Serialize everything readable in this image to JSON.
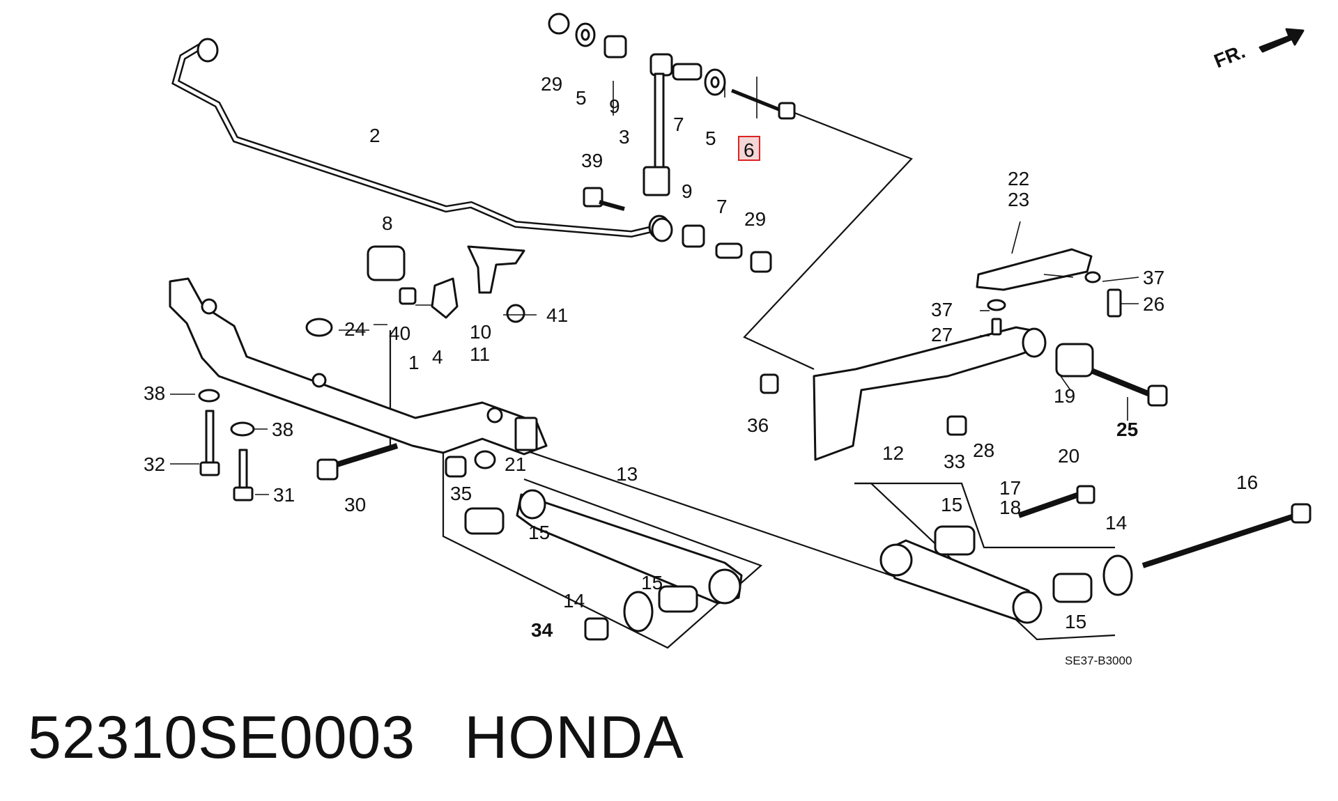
{
  "diagram": {
    "direction_label": "FR.",
    "code": "SE37-B3000",
    "highlighted_callout": "6",
    "callouts": [
      "29",
      "5",
      "9",
      "3",
      "7",
      "5",
      "6",
      "39",
      "9",
      "7",
      "29",
      "2",
      "8",
      "40",
      "4",
      "10",
      "11",
      "41",
      "24",
      "1",
      "38",
      "38",
      "32",
      "31",
      "30",
      "21",
      "35",
      "13",
      "15",
      "15",
      "14",
      "34",
      "36",
      "22",
      "23",
      "37",
      "37",
      "26",
      "27",
      "19",
      "25",
      "33",
      "28",
      "17",
      "18",
      "20",
      "12",
      "15",
      "15",
      "14",
      "16"
    ]
  },
  "footer": {
    "part_number": "52310SE0003",
    "brand": "HONDA"
  }
}
